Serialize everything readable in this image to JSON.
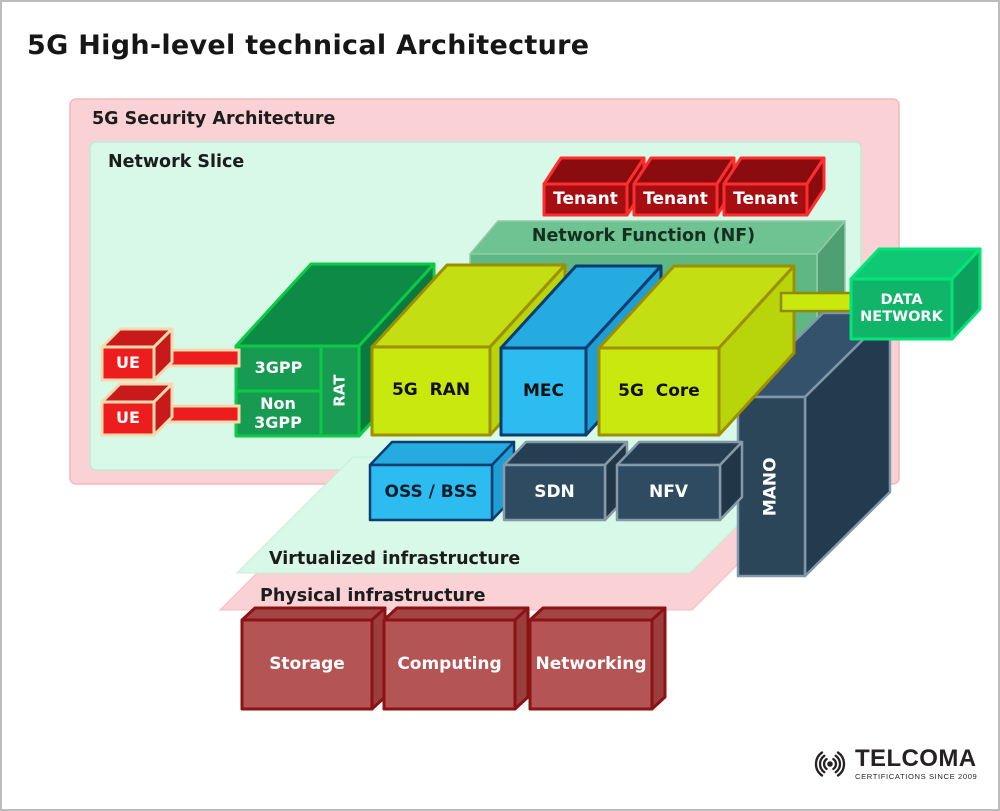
{
  "title": "5G High-level technical Architecture",
  "security_box": {
    "label": "5G Security Architecture"
  },
  "network_slice": {
    "label": "Network Slice"
  },
  "tenants": [
    {
      "label": "Tenant"
    },
    {
      "label": "Tenant"
    },
    {
      "label": "Tenant"
    }
  ],
  "network_function": {
    "label": "Network Function (NF)"
  },
  "access": {
    "ue_top": {
      "label": "UE"
    },
    "ue_bottom": {
      "label": "UE"
    },
    "gpp": {
      "label": "3GPP"
    },
    "non_gpp": {
      "label": "Non 3GPP"
    },
    "rat": {
      "label": "RAT"
    }
  },
  "service_row": {
    "ran": {
      "label": "5G  RAN"
    },
    "mec": {
      "label": "MEC"
    },
    "core": {
      "label": "5G  Core"
    }
  },
  "data_network": {
    "line1": "DATA",
    "line2": "NETWORK"
  },
  "management": {
    "oss_bss": {
      "label": "OSS / BSS"
    },
    "sdn": {
      "label": "SDN"
    },
    "nfv": {
      "label": "NFV"
    },
    "mano": {
      "label": "MANO"
    }
  },
  "layers": {
    "virtualized": {
      "label": "Virtualized infrastructure"
    },
    "physical": {
      "label": "Physical infrastructure"
    }
  },
  "physical_resources": [
    {
      "label": "Storage"
    },
    {
      "label": "Computing"
    },
    {
      "label": "Networking"
    }
  ],
  "logo": {
    "brand": "TELCOMA",
    "tagline": "CERTIFICATIONS SINCE 2009"
  },
  "colors": {
    "security_pink": "#FAD1D4",
    "slice_mint": "#D8F9E7",
    "tenant_red": "#A60E12",
    "tenant_border": "#FF2E2E",
    "nf_green": "#5FB883",
    "box_yellow": "#C9E80E",
    "yellow_border": "#9D8F00",
    "box_cyan": "#2CBCEF",
    "cyan_border": "#0A3D72",
    "box_dark_slate": "#2E4B61",
    "slate_border": "#8699A9",
    "access_green": "#179D53",
    "green_border": "#0BCB44",
    "data_green": "#10B56A",
    "data_border": "#03E378",
    "ue_red": "#EE1D1D",
    "ue_outline": "#F7D9AE",
    "brick_red": "#B45454",
    "brick_border": "#8C1313"
  }
}
